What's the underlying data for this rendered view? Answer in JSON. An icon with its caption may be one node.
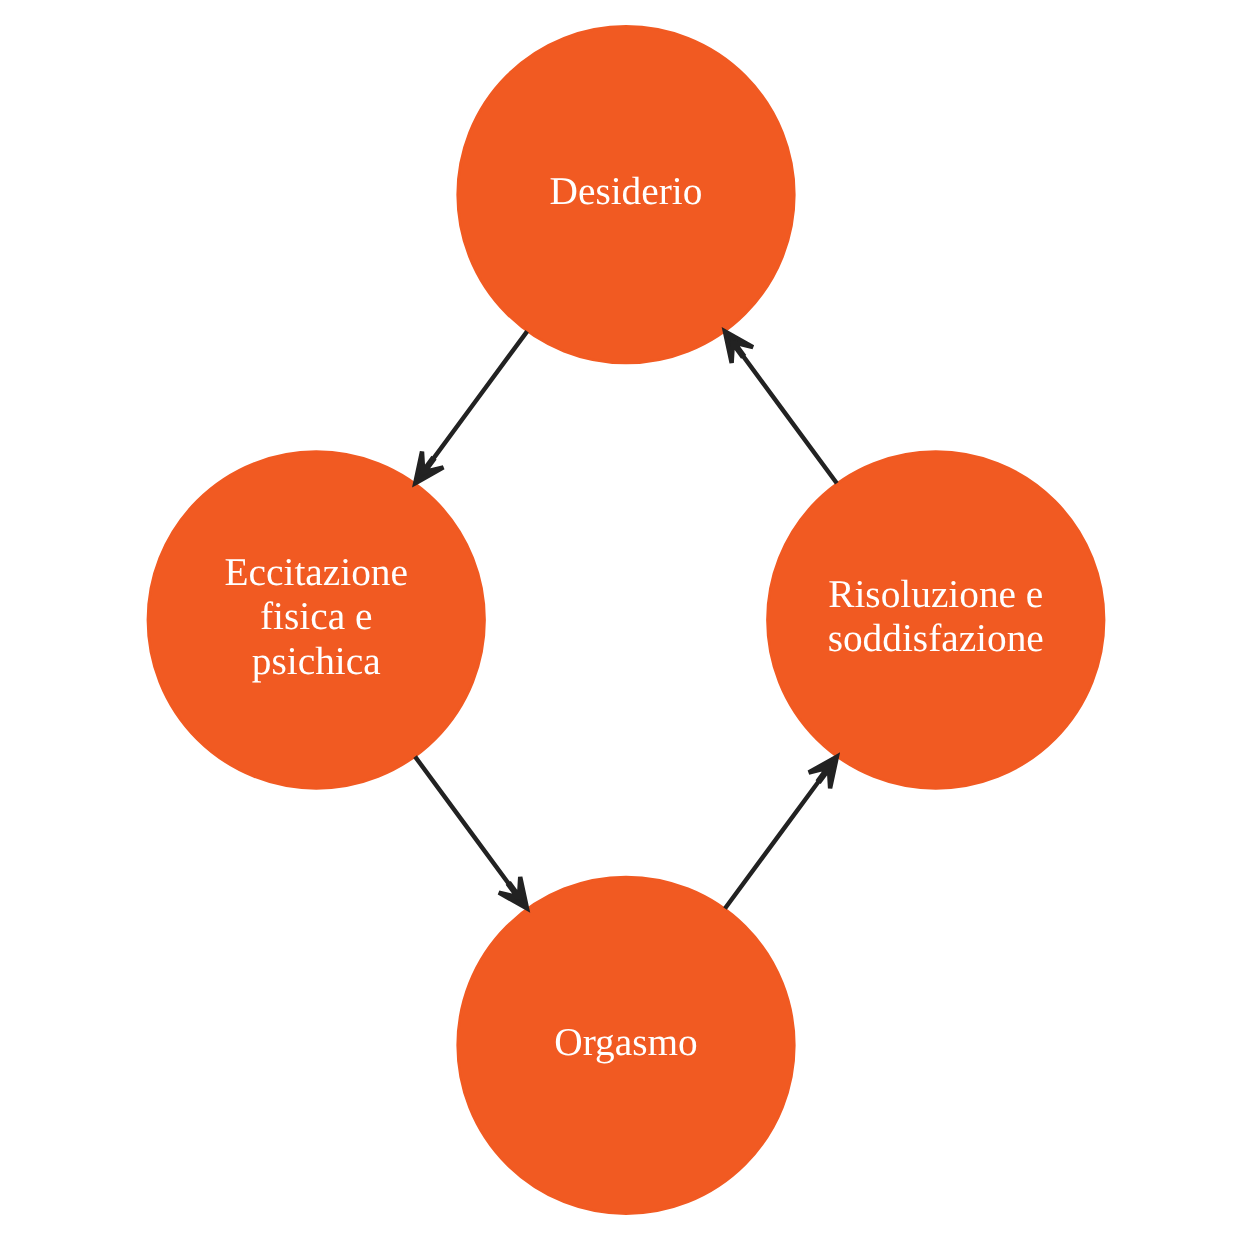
{
  "diagram": {
    "nodes": [
      {
        "text": [
          "Desiderio"
        ]
      },
      {
        "text": [
          "Eccitazione fisica e psichica"
        ]
      },
      {
        "text": [
          "Orgasmo"
        ]
      },
      {
        "text": [
          "Risoluzione e soddisfazione"
        ]
      }
    ],
    "edges": [
      {
        "from": 0,
        "to": 1,
        "arrow": "to"
      },
      {
        "from": 1,
        "to": 2,
        "arrow": "to"
      },
      {
        "from": 2,
        "to": 3,
        "arrow": "to"
      },
      {
        "from": 3,
        "to": 0,
        "arrow": "to"
      }
    ]
  }
}
